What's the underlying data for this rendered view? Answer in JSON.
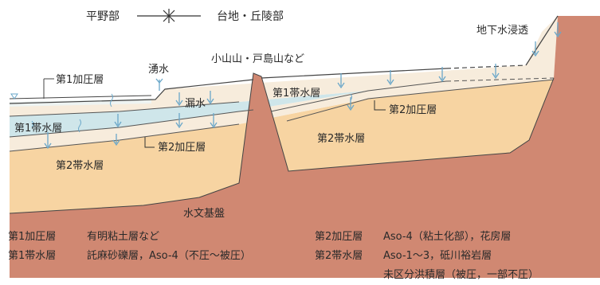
{
  "header": {
    "plain_label": "平野部",
    "upland_label": "台地・丘陵部"
  },
  "labels": {
    "infiltration": "地下水浸透",
    "mountains": "小山山・戸島山など",
    "spring": "湧水",
    "leakage": "漏水",
    "basement": "水文基盤",
    "layer1_confining_left": "第1加圧層",
    "layer1_aquifer_left": "第1帯水層",
    "layer2_aquifer_left": "第2帯水層",
    "layer2_confining_left": "第2加圧層",
    "layer1_aquifer_right": "第1帯水層",
    "layer2_confining_right": "第2加圧層",
    "layer2_aquifer_right": "第2帯水層"
  },
  "legend": {
    "left": [
      {
        "term": "第1加圧層",
        "desc": "有明粘土層など"
      },
      {
        "term": "第1帯水層",
        "desc": "託麻砂礫層，Aso-4（不圧～被圧）"
      }
    ],
    "right": [
      {
        "term": "第2加圧層",
        "desc": "Aso-4（粘土化部），花房層"
      },
      {
        "term": "第2帯水層",
        "desc": "Aso-1～3，砥川裕岩層"
      },
      {
        "term": "",
        "desc": "未区分洪積層（被圧，一部不圧）"
      }
    ]
  },
  "colors": {
    "upper_layer": "#f7ecdc",
    "blue_layer": "#cfe6ea",
    "aquifer2": "#f7d4a2",
    "basement": "#d08872",
    "arrow": "#6aa7c9",
    "line": "#333333"
  }
}
